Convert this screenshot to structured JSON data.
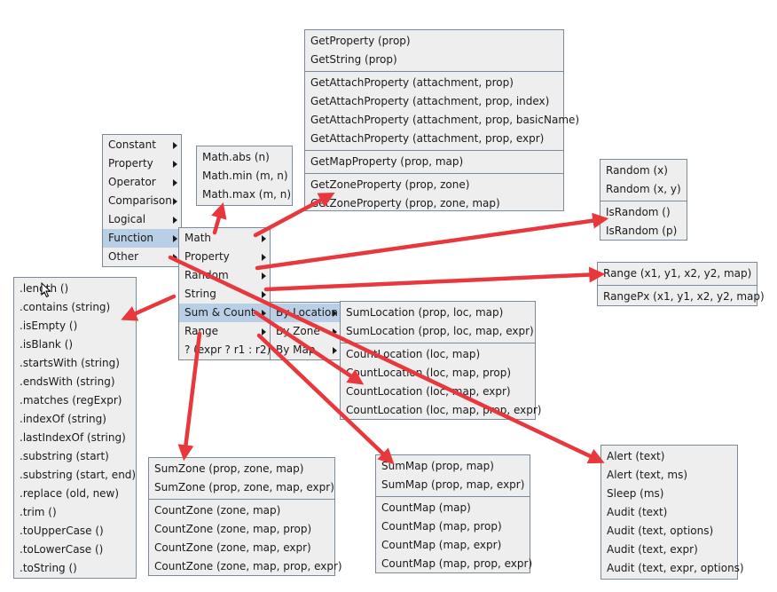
{
  "root_menu": [
    "Constant",
    "Property",
    "Operator",
    "Comparison",
    "Logical",
    "Function",
    "Other"
  ],
  "function_menu": [
    "Math",
    "Property",
    "Random",
    "String",
    "Sum & Count",
    "Range",
    "? (expr ? r1 : r2)"
  ],
  "math_menu": [
    "Math.abs (n)",
    "Math.min (m, n)",
    "Math.max (m, n)"
  ],
  "property_menu": {
    "g1": [
      "GetProperty (prop)",
      "GetString (prop)"
    ],
    "g2": [
      "GetAttachProperty (attachment, prop)",
      "GetAttachProperty (attachment, prop, index)",
      "GetAttachProperty (attachment, prop, basicName)",
      "GetAttachProperty (attachment, prop, expr)"
    ],
    "g3": [
      "GetMapProperty (prop, map)"
    ],
    "g4": [
      "GetZoneProperty (prop, zone)",
      "GetZoneProperty (prop, zone, map)"
    ]
  },
  "random_menu": {
    "g1": [
      "Random (x)",
      "Random (x, y)"
    ],
    "g2": [
      "IsRandom ()",
      "IsRandom (p)"
    ]
  },
  "range_menu": [
    "Range (x1, y1, x2, y2, map)",
    "RangePx (x1, y1, x2, y2, map)"
  ],
  "string_menu": [
    ".length ()",
    ".contains (string)",
    ".isEmpty ()",
    ".isBlank ()",
    ".startsWith (string)",
    ".endsWith (string)",
    ".matches (regExpr)",
    ".indexOf (string)",
    ".lastIndexOf (string)",
    ".substring (start)",
    ".substring (start, end)",
    ".replace (old, new)",
    ".trim ()",
    ".toUpperCase ()",
    ".toLowerCase ()",
    ".toString ()"
  ],
  "sumcount_menu": [
    "By Location",
    "By Zone",
    "By Map"
  ],
  "location_menu": {
    "g1": [
      "SumLocation (prop, loc, map)",
      "SumLocation (prop, loc, map, expr)"
    ],
    "g2": [
      "CountLocation (loc, map)",
      "CountLocation (loc, map, prop)",
      "CountLocation (loc, map, expr)",
      "CountLocation (loc, map, prop, expr)"
    ]
  },
  "zone_menu": {
    "g1": [
      "SumZone (prop, zone, map)",
      "SumZone (prop, zone, map, expr)"
    ],
    "g2": [
      "CountZone (zone, map)",
      "CountZone (zone, map, prop)",
      "CountZone (zone, map, expr)",
      "CountZone (zone, map, prop, expr)"
    ]
  },
  "map_menu": {
    "g1": [
      "SumMap (prop, map)",
      "SumMap (prop, map, expr)"
    ],
    "g2": [
      "CountMap (map)",
      "CountMap (map, prop)",
      "CountMap (map, expr)",
      "CountMap (map, prop, expr)"
    ]
  },
  "other_menu": [
    "Alert (text)",
    "Alert (text, ms)",
    "Sleep (ms)",
    "Audit (text)",
    "Audit (text, options)",
    "Audit (text, expr)",
    "Audit (text, expr, options)"
  ],
  "colors": {
    "arrow": "#e8383d",
    "menu_bg": "#eeeeee",
    "menu_border": "#7a8a99",
    "selected": "#b8cfe5"
  }
}
